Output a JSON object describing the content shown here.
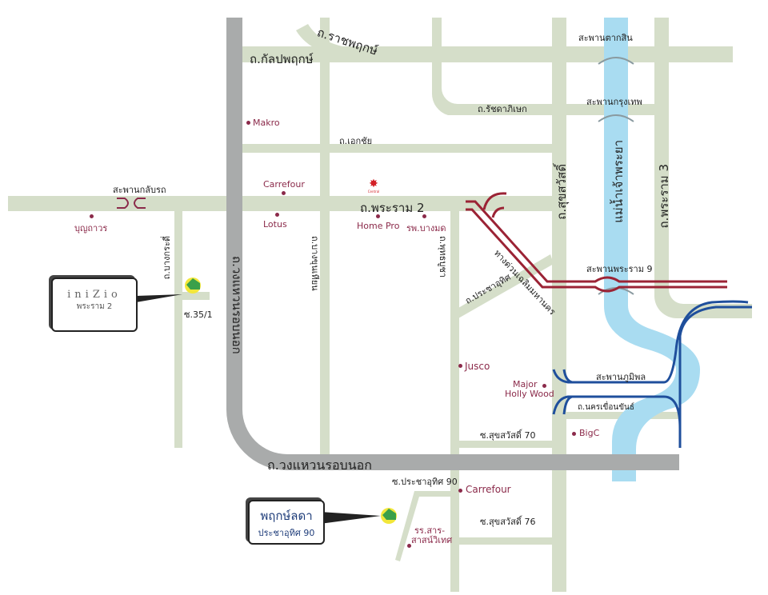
{
  "roads": {
    "kalapapruek": "ถ.กัลปพฤกษ์",
    "ratchapruek": "ถ.ราชพฤกษ์",
    "ekkachai": "ถ.เอกชัย",
    "ratchadaphisek": "ถ.รัชดาภิเษก",
    "rama2": "ถ.พระราม 2",
    "bang_kradi": "ถ.บางกระดี่",
    "bang_khun_thian": "ถ.บางขุนเทียน",
    "ring_road_vertical": "ถ.วงแหวนรอบนอก",
    "ring_road": "ถ.วงแหวนรอบนอก",
    "phutthabucha": "ถ.พุทธบูชา",
    "pracha_uthit": "ถ.ประชาอุทิศ",
    "expressway": "ทางด่วนเฉลิมมหานคร",
    "suksawat": "ถ.สุขสวัสดิ์",
    "rama3": "ถ.พระราม 3",
    "nakhon_khuean_khan": "ถ.นครเขื่อนขันธ์",
    "soi_35_1": "ซ.35/1",
    "soi_suksawat_70": "ซ.สุขสวัสดิ์ 70",
    "soi_suksawat_76": "ซ.สุขสวัสดิ์ 76",
    "soi_pracha_uthit_90": "ซ.ประชาอุทิศ 90"
  },
  "river": "แม่น้ำเจ้าพระยา",
  "bridges": {
    "taksin": "สะพานตากสิน",
    "krungthep": "สะพานกรุงเทพ",
    "rama9": "สะพานพระราม 9",
    "bhumibol": "สะพานภูมิพล",
    "u_turn": "สะพานกลับรถ"
  },
  "poi": {
    "makro": "Makro",
    "carrefour1": "Carrefour",
    "central": "Central",
    "boonthavorn": "บุญถาวร",
    "lotus": "Lotus",
    "homepro": "Home Pro",
    "bangmod_hospital": "รพ.บางมด",
    "jusco": "Jusco",
    "major1": "Major",
    "major2": "Holly Wood",
    "bigc": "BigC",
    "carrefour2": "Carrefour",
    "school1": "รร.สาร-",
    "school2": "สาสน์วิเทศ"
  },
  "projects": [
    {
      "brand": "iniZio",
      "sub": "พระราม 2"
    },
    {
      "brand": "พฤกษ์ลดา",
      "sub": "ประชาอุทิศ 90"
    }
  ],
  "colors": {
    "road": "#d5dec9",
    "ring": "#a9abab",
    "river": "#a9dcf1",
    "expressway": "#9b2335",
    "bridge_blue": "#1f4f9c",
    "poi": "#8b2a4a"
  }
}
